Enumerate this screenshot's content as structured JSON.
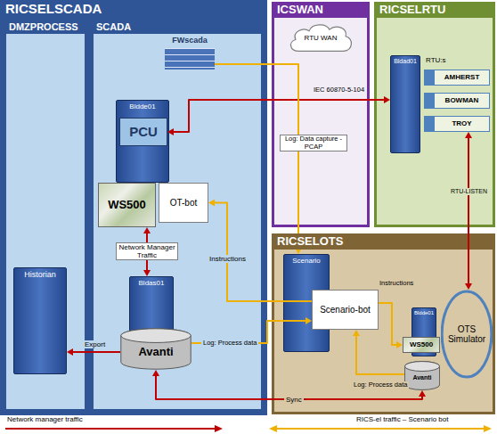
{
  "diagram": {
    "nodes": [
      {
        "text": [
          "RICSELSCADA"
        ]
      },
      {
        "text": [
          "DMZPROCESS"
        ],
        "in": 0
      },
      {
        "text": [
          "SCADA"
        ],
        "in": 0
      },
      {
        "text": [
          "ICSWAN"
        ]
      },
      {
        "text": [
          "RICSELRTU"
        ]
      },
      {
        "text": [
          "RICSELOTS"
        ]
      },
      {
        "text": [
          "FWscada"
        ],
        "in": 2
      },
      {
        "text": [
          "Bldde01"
        ],
        "in": 2
      },
      {
        "text": [
          "PCU"
        ],
        "in": 7
      },
      {
        "text": [
          "WS500"
        ],
        "in": 2
      },
      {
        "text": [
          "OT-bot"
        ],
        "in": 2
      },
      {
        "text": [
          "Bldas01"
        ],
        "in": 2
      },
      {
        "text": [
          "Avanti"
        ],
        "in": 2
      },
      {
        "text": [
          "Historian"
        ],
        "in": 1
      },
      {
        "text": [
          "RTU WAN"
        ],
        "in": 3
      },
      {
        "text": [
          "Bldad01"
        ],
        "in": 4
      },
      {
        "text": [
          "AMHERST"
        ],
        "in": 4
      },
      {
        "text": [
          "BOWMAN"
        ],
        "in": 4
      },
      {
        "text": [
          "TROY"
        ],
        "in": 4
      },
      {
        "text": [
          "Scenario"
        ],
        "in": 5
      },
      {
        "text": [
          "Scenario-bot"
        ],
        "in": 5
      },
      {
        "text": [
          "Bldde01"
        ],
        "in": 5
      },
      {
        "text": [
          "WS500"
        ],
        "in": 5
      },
      {
        "text": [
          "Avanti"
        ],
        "in": 5
      },
      {
        "text": [
          "OTS Simulator"
        ],
        "in": 5
      }
    ],
    "edges": [
      {
        "from": 15,
        "to": 8,
        "arrow": "both",
        "label": "IEC 60870-5-104"
      },
      {
        "from": 9,
        "to": 11,
        "arrow": "both",
        "label": "Network Manager Traffic"
      },
      {
        "from": 12,
        "to": 13,
        "arrow": "to",
        "label": "Export"
      },
      {
        "from": 12,
        "to": 23,
        "arrow": "both",
        "label": "Sync"
      },
      {
        "from": 24,
        "to": 18,
        "arrow": "both",
        "label": "RTU-LISTEN"
      },
      {
        "from": 6,
        "to": 19,
        "arrow": "to",
        "label": "Log: Data capture - PCAP"
      },
      {
        "from": 20,
        "to": 10,
        "arrow": "to",
        "label": "Instructions"
      },
      {
        "from": 12,
        "to": 20,
        "arrow": "to",
        "label": "Log: Process data"
      },
      {
        "from": 20,
        "to": 22,
        "arrow": "to",
        "label": "Instructions"
      },
      {
        "from": 23,
        "to": 20,
        "arrow": "to",
        "label": "Log: Process data"
      }
    ],
    "labels": [
      "RTU:s"
    ],
    "legend": [
      {
        "text": "Network manager traffic"
      },
      {
        "text": "RICS-el traffic – Scenario bot"
      }
    ]
  }
}
